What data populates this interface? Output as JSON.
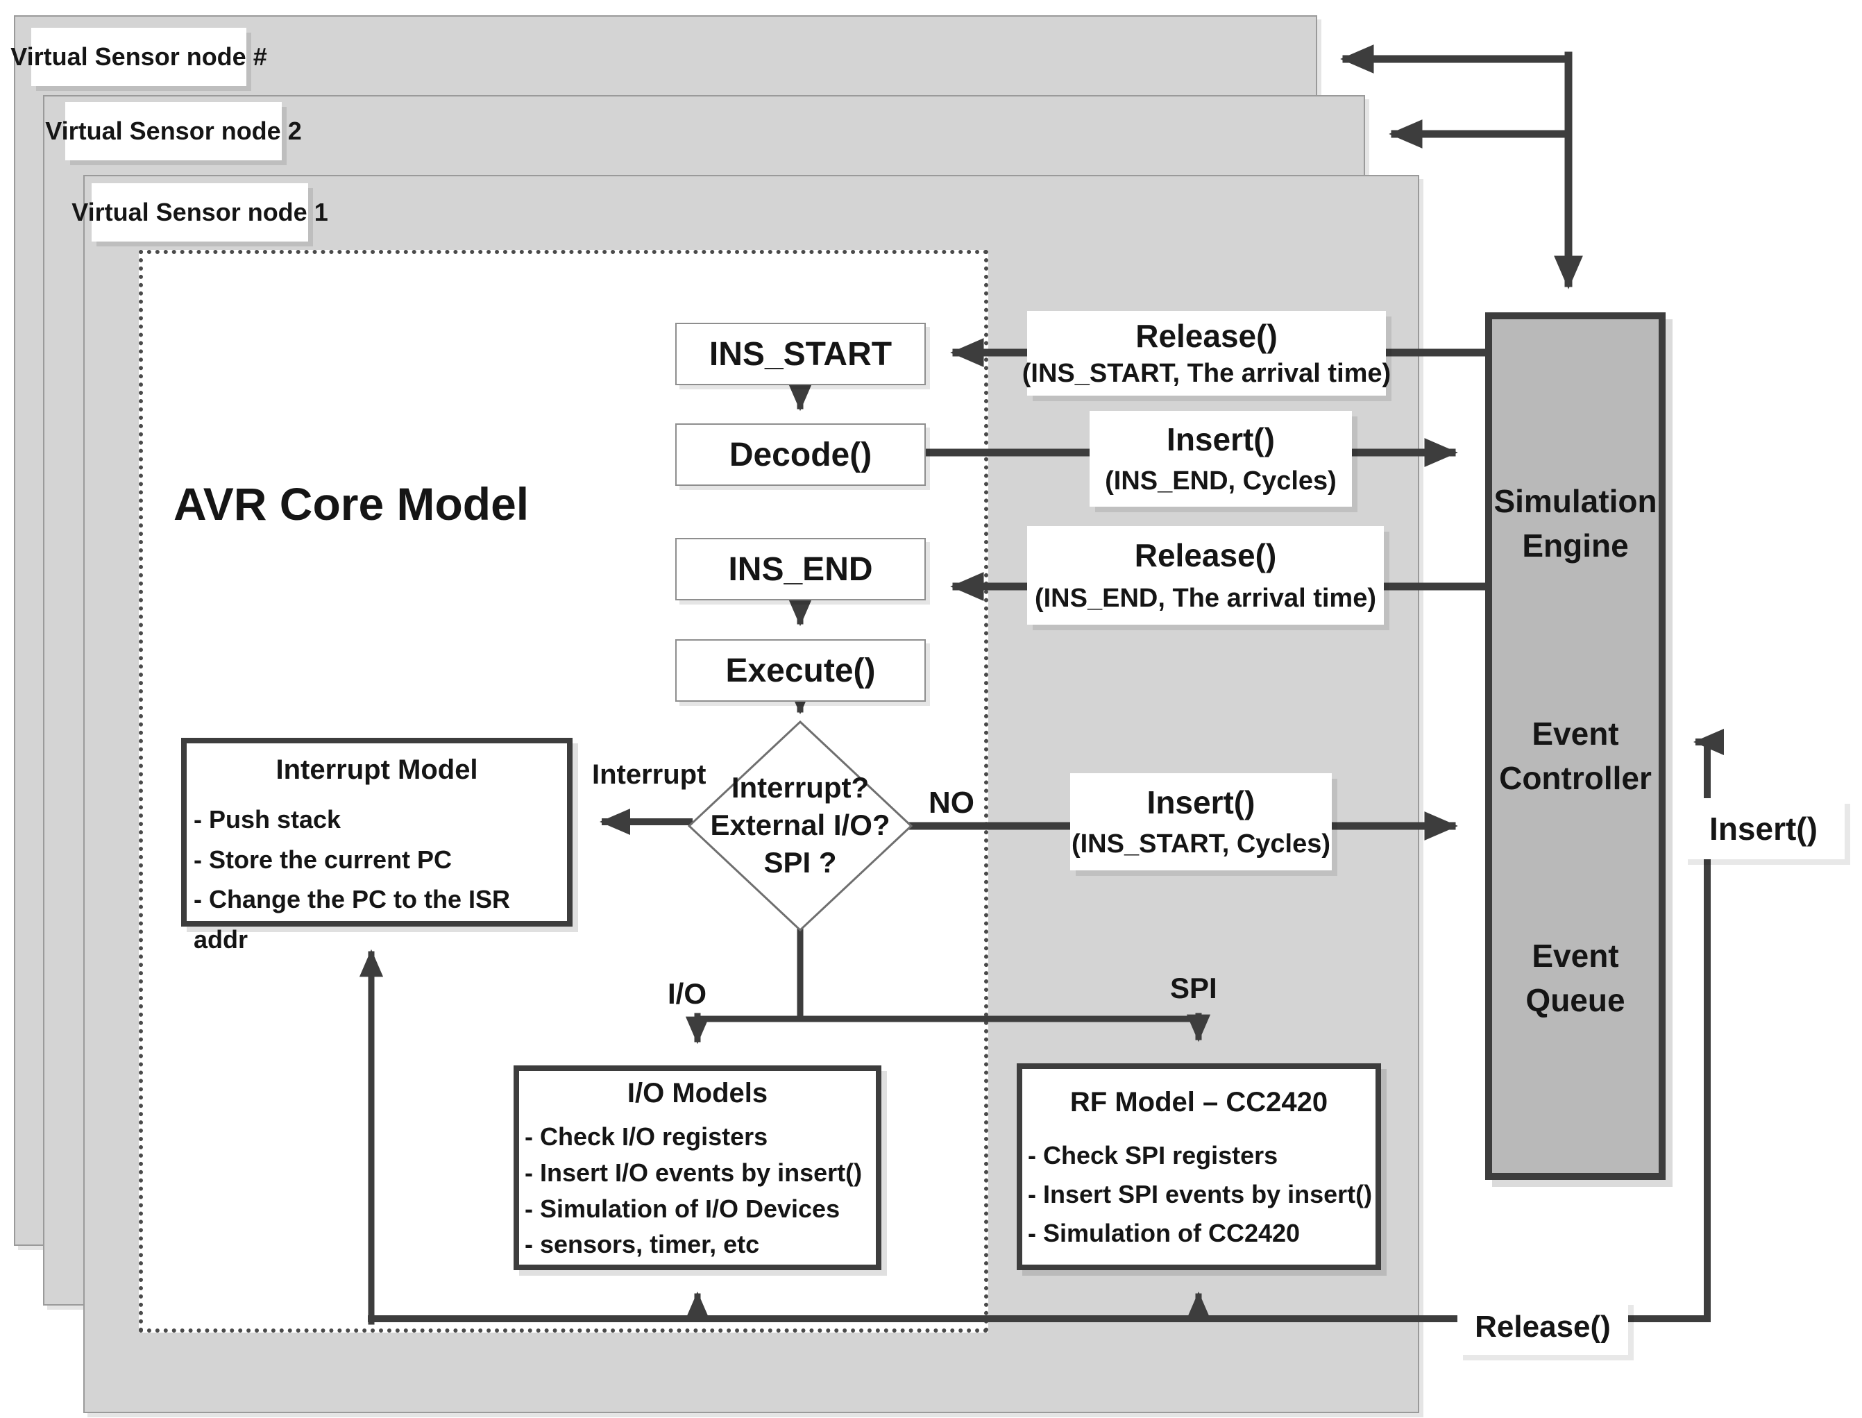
{
  "nodes": {
    "node_hash": "Virtual Sensor node #",
    "node_2": "Virtual Sensor node 2",
    "node_1": "Virtual Sensor node 1"
  },
  "core": {
    "title": "AVR Core Model",
    "ins_start": "INS_START",
    "decode": "Decode()",
    "ins_end": "INS_END",
    "execute": "Execute()",
    "decision": {
      "l1": "Interrupt?",
      "l2": "External I/O?",
      "l3": "SPI ?"
    },
    "labels": {
      "interrupt": "Interrupt",
      "no": "NO",
      "io": "I/O",
      "spi": "SPI"
    }
  },
  "interrupt_model": {
    "title": "Interrupt Model",
    "items": [
      "- Push stack",
      "- Store the current PC",
      "- Change the PC to the ISR addr"
    ]
  },
  "io_models": {
    "title": "I/O Models",
    "items": [
      "- Check I/O registers",
      "- Insert I/O events by insert()",
      "- Simulation of I/O Devices",
      "- sensors, timer, etc"
    ]
  },
  "rf_model": {
    "title": "RF Model – CC2420",
    "items": [
      "- Check SPI registers",
      "- Insert SPI events by insert()",
      "- Simulation of CC2420"
    ]
  },
  "engine": {
    "sections": [
      "Simulation Engine",
      "Event Controller",
      "Event Queue"
    ]
  },
  "calls": {
    "release_ins_start": {
      "title": "Release()",
      "sub": "(INS_START, The arrival time)"
    },
    "insert_ins_end": {
      "title": "Insert()",
      "sub": "(INS_END, Cycles)"
    },
    "release_ins_end": {
      "title": "Release()",
      "sub": "(INS_END, The arrival time)"
    },
    "insert_ins_start": {
      "title": "Insert()",
      "sub": "(INS_START, Cycles)"
    },
    "insert_queue": "Insert()",
    "release_bottom": "Release()"
  },
  "colors": {
    "node_bg": "#d4d4d4",
    "engine_bg": "#b9b9b9",
    "line": "#3d3d3d",
    "box_bg": "#ffffff"
  }
}
